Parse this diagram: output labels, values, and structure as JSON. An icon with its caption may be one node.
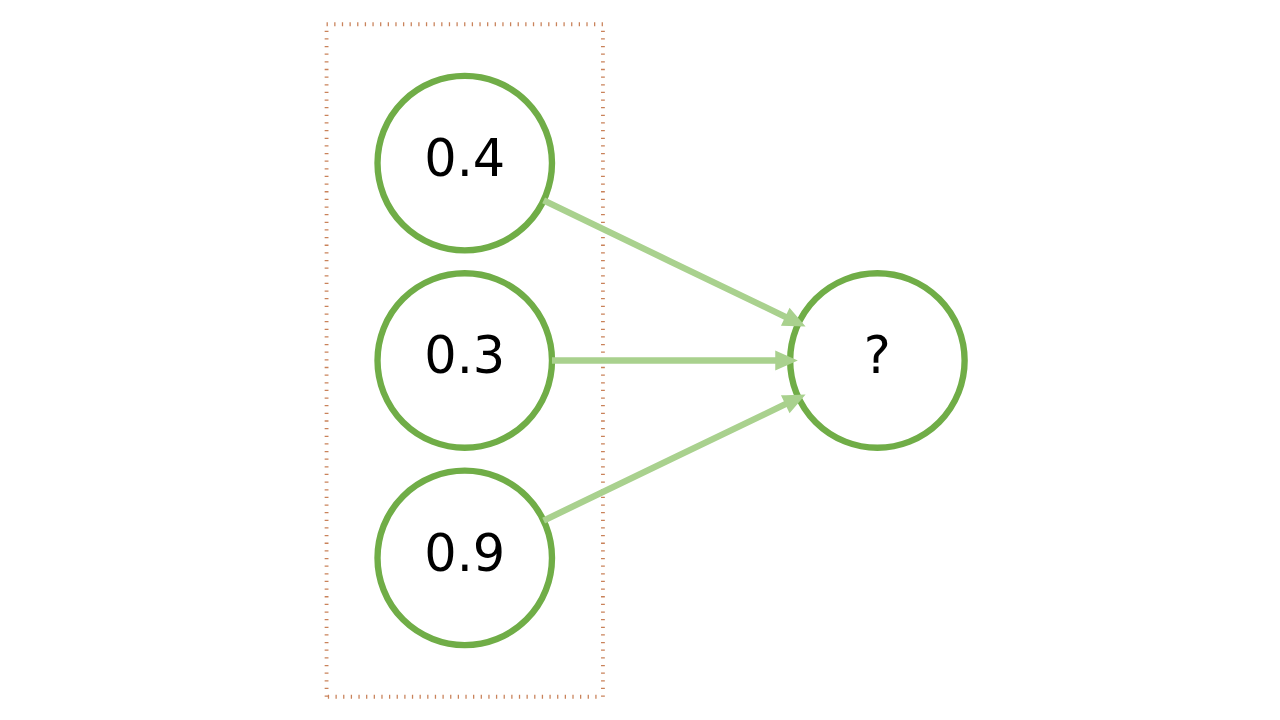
{
  "diagram": {
    "nodes": [
      {
        "text": [],
        "shape": "box"
      },
      {
        "text": [
          "0.4"
        ],
        "in": 0
      },
      {
        "text": [
          "0.3"
        ],
        "in": 0
      },
      {
        "text": [
          "0.9"
        ],
        "in": 0
      },
      {
        "text": [
          "?"
        ]
      }
    ],
    "edges": [
      {
        "from": 1,
        "to": 4,
        "arrow": "to"
      },
      {
        "from": 2,
        "to": 4,
        "arrow": "to"
      },
      {
        "from": 3,
        "to": 4,
        "arrow": "to"
      }
    ]
  }
}
